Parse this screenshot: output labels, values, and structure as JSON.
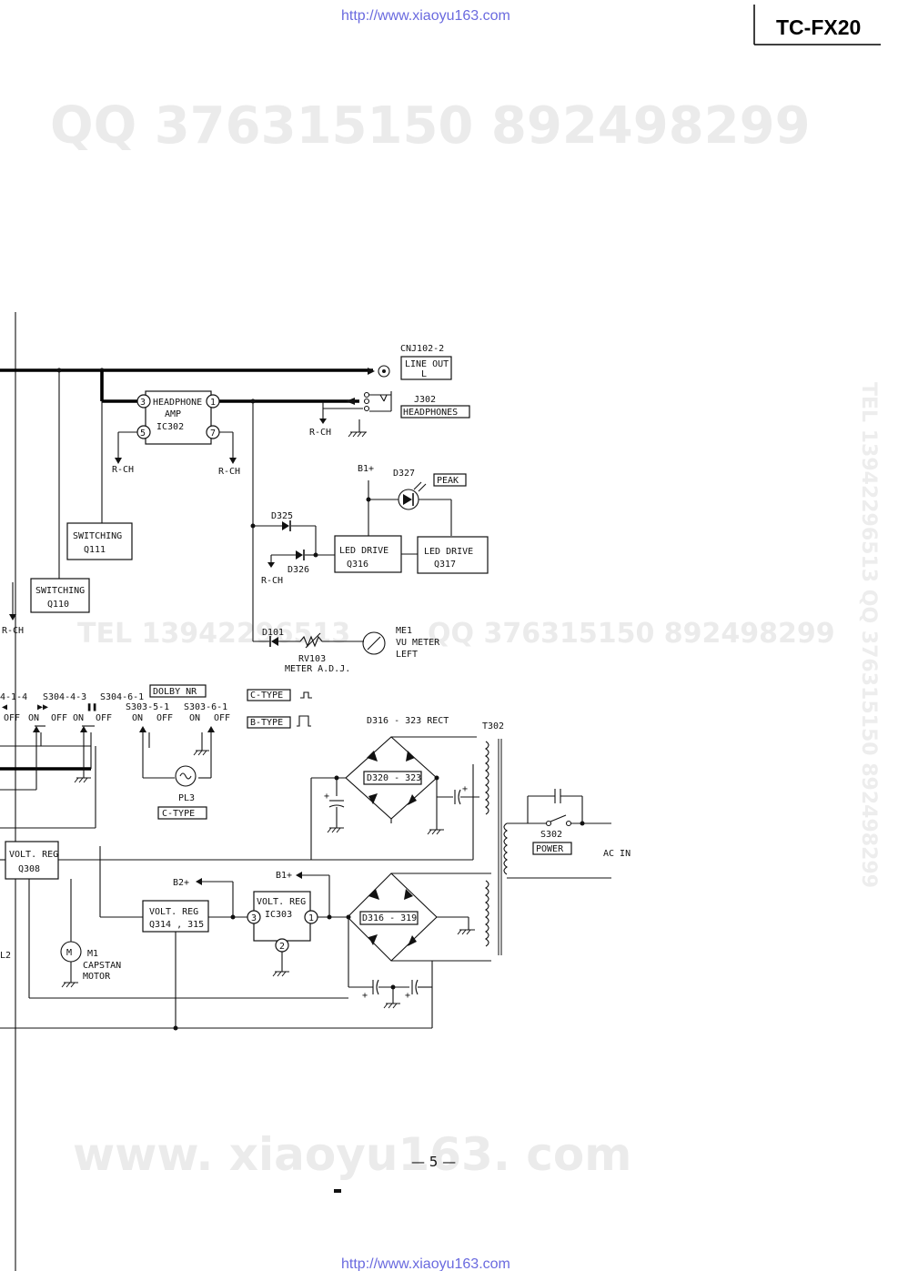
{
  "header": {
    "url_top": "http://www.xiaoyu163.com",
    "url_bottom": "http://www.xiaoyu163.com",
    "model": "TC-FX20"
  },
  "watermarks": {
    "qq_big": "QQ 376315150  892498299",
    "tel_mid": "TEL 13942296513",
    "qq_mid": "QQ  376315150  892498299",
    "www": "www. xiaoyu163. com",
    "tel_vertical": "TEL 13942296513 QQ 376315150 892498299"
  },
  "blocks": {
    "line_out": {
      "ref": "CNJ102-2",
      "line1": "LINE OUT",
      "line2": "L"
    },
    "headphone_amp": {
      "line1": "HEADPHONE",
      "line2": "AMP",
      "line3": "IC302",
      "pin3": "3",
      "pin1": "1",
      "pin5": "5",
      "pin7": "7"
    },
    "headphones": {
      "ref": "J302",
      "label": "HEADPHONES"
    },
    "peak": {
      "ref": "D327",
      "label": "PEAK",
      "supply": "B1+"
    },
    "d325": "D325",
    "d326": "D326",
    "led_drive_1": {
      "line1": "LED DRIVE",
      "line2": "Q316"
    },
    "led_drive_2": {
      "line1": "LED DRIVE",
      "line2": "Q317"
    },
    "switching_1": {
      "line1": "SWITCHING",
      "line2": "Q111"
    },
    "switching_2": {
      "line1": "SWITCHING",
      "line2": "Q110"
    },
    "vu_meter": {
      "ref": "D101",
      "rv": "RV103",
      "rv_label": "METER A.D.J.",
      "me": "ME1",
      "me_line2": "VU METER",
      "me_line3": "LEFT"
    },
    "switches": {
      "s1": "4-1-4",
      "s2": "S304-4-3",
      "s3": "S304-6-1",
      "sym1": "◀",
      "sym2": "▶▶",
      "sym3": "❚❚",
      "a1": "OFF",
      "a2": "ON",
      "a3": "OFF",
      "a4": "ON",
      "a5": "OFF"
    },
    "dolby": {
      "label": "DOLBY NR",
      "s1": "S303-5-1",
      "s2": "S303-6-1",
      "on": "ON",
      "off": "OFF"
    },
    "type_c": "C-TYPE",
    "type_b": "B-TYPE",
    "pl3": {
      "ref": "PL3",
      "label": "C-TYPE"
    },
    "rect_top": {
      "label": "D316 - 323 RECT",
      "bridge": "D320 - 323"
    },
    "rect_bottom": {
      "bridge": "D316 - 319"
    },
    "t302": "T302",
    "s302": {
      "ref": "S302",
      "label": "POWER",
      "ac": "AC IN"
    },
    "volt_reg_q308": {
      "line1": "VOLT. REG",
      "line2": "Q308"
    },
    "volt_reg_q314": {
      "line1": "VOLT. REG",
      "line2": "Q314 , 315",
      "out": "B2+"
    },
    "volt_reg_ic303": {
      "line1": "VOLT. REG",
      "line2": "IC303",
      "in": "B1+",
      "pin3": "3",
      "pin1": "1",
      "pin2": "2"
    },
    "motor": {
      "ref": "M1",
      "line1": "CAPSTAN",
      "line2": "MOTOR",
      "sym": "M",
      "edge": "L2"
    },
    "rch": "R-CH"
  },
  "footer": {
    "page_number": "— 5 —"
  }
}
